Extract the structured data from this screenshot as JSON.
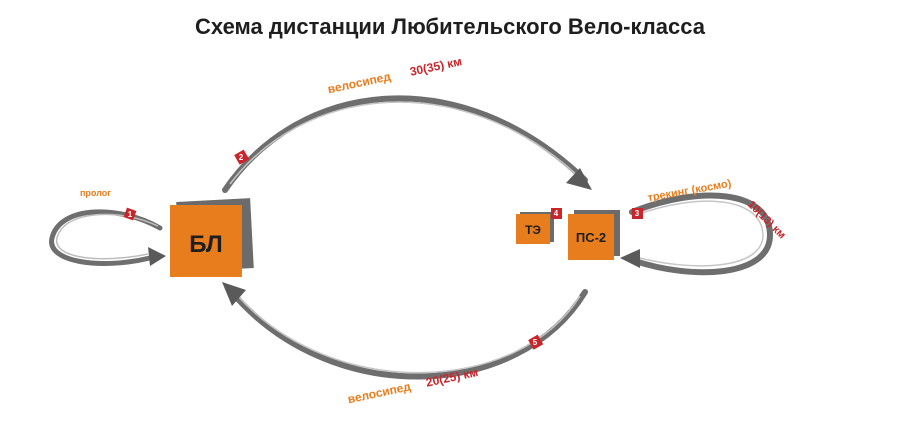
{
  "title": "Схема дистанции Любительского Вело-класса",
  "colors": {
    "accent_orange": "#e87d1e",
    "marker_red": "#c9252b",
    "arrow_gray": "#6e6e6e",
    "title_text": "#1e1e1e"
  },
  "nodes": {
    "start": "БЛ",
    "transition": "ТЭ",
    "checkpoint": "ПС-2"
  },
  "stages": [
    {
      "marker": "1",
      "name": "пролог",
      "distance": ""
    },
    {
      "marker": "2",
      "name": "велосипед",
      "distance": "30(35) км"
    },
    {
      "marker": "3",
      "name": "трекинг (космо)",
      "distance": "10(13) км"
    },
    {
      "marker": "4",
      "name": "",
      "distance": ""
    },
    {
      "marker": "5",
      "name": "велосипед",
      "distance": "20(25) км"
    }
  ]
}
